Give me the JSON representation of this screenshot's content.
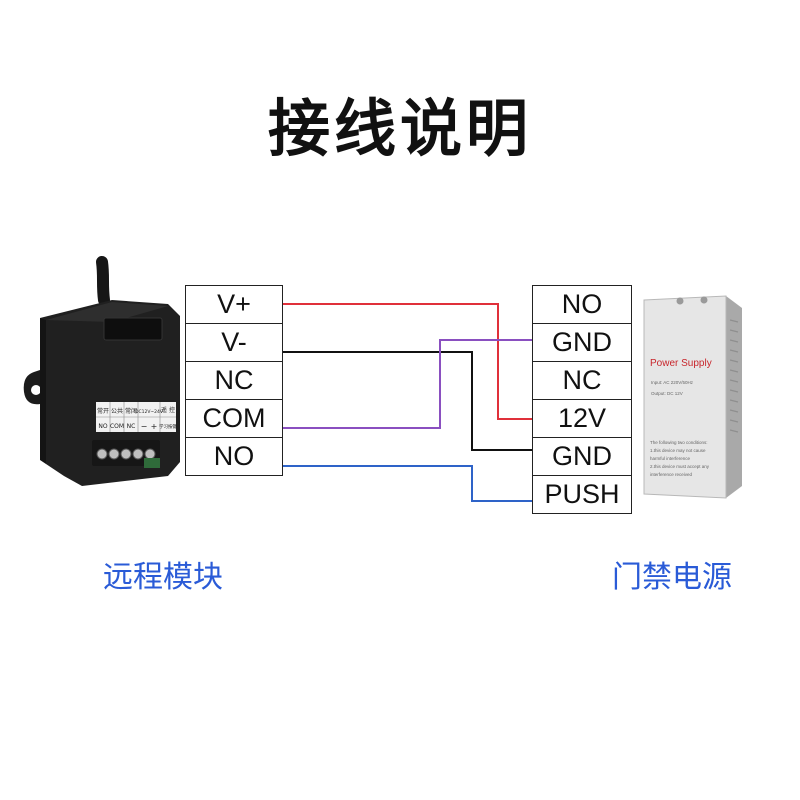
{
  "title": "接线说明",
  "left": {
    "caption": "远程模块",
    "terminals": [
      "V+",
      "V-",
      "NC",
      "COM",
      "NO"
    ],
    "module_labels": {
      "row1": [
        "常开",
        "公共",
        "常闭",
        "DC12V~24V",
        "遥",
        "控"
      ],
      "row2": [
        "NO",
        "COM",
        "NC",
        "−",
        "+",
        "学习按键"
      ]
    }
  },
  "right": {
    "caption": "门禁电源",
    "terminals": [
      "NO",
      "GND",
      "NC",
      "12V",
      "GND",
      "PUSH"
    ],
    "device": {
      "title": "Power Supply",
      "spec_lines": [
        "Input: AC 220V/50Hz",
        "Output: DC 12V"
      ],
      "notice_lines": [
        "The following two conditions:",
        "1.this device may not cause",
        "harmful interference",
        "2.this device must accept any",
        "interference received"
      ]
    }
  },
  "wires": [
    {
      "from": "V+",
      "to": "12V",
      "color": "#e0303a"
    },
    {
      "from": "V-",
      "to": "GND",
      "color": "#111111"
    },
    {
      "from": "COM",
      "to": "GND",
      "color": "#8a4fc0"
    },
    {
      "from": "NO",
      "to": "PUSH",
      "color": "#2e63c8"
    }
  ]
}
